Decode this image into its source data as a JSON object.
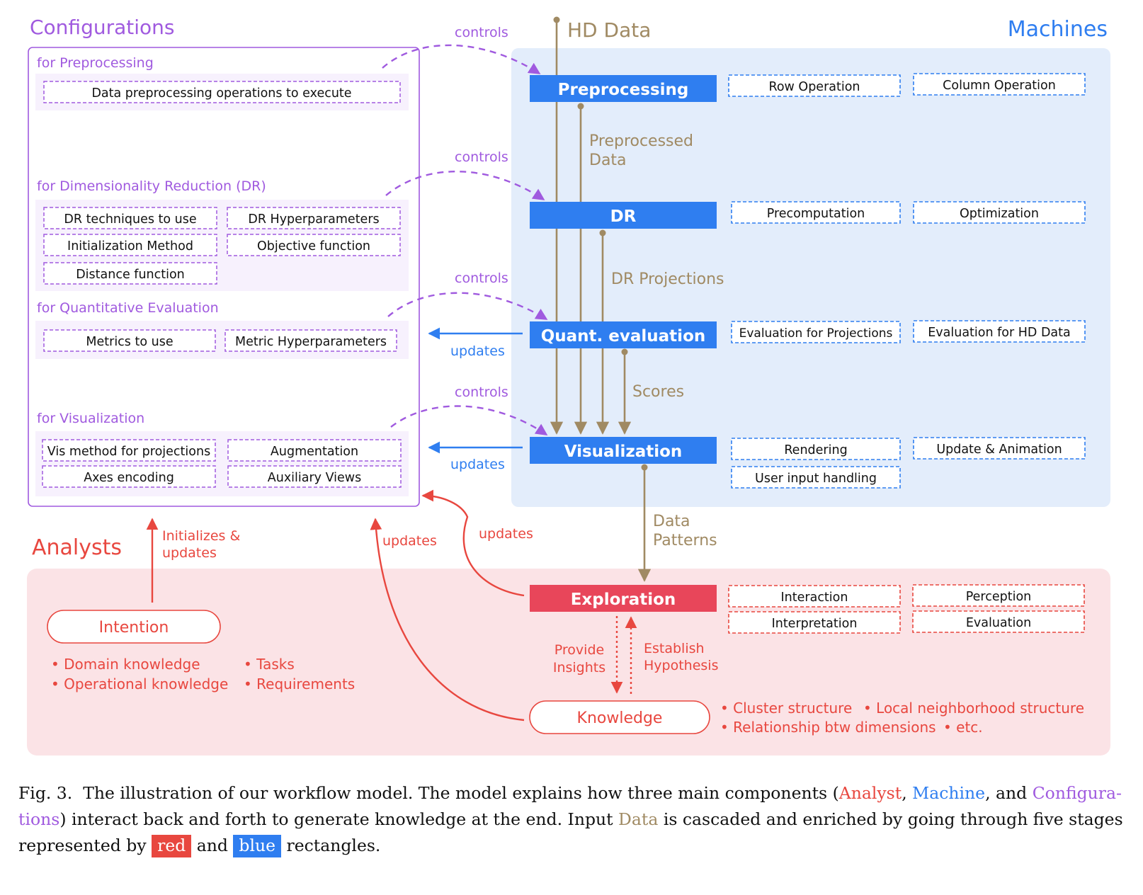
{
  "colors": {
    "configuration": "#a05adf",
    "machine": "#2f7ef0",
    "analyst": "#e8473f",
    "data": "#a08a63",
    "machine_panel": "#e3edfb",
    "analyst_panel": "#fbe3e6",
    "config_group": "#f7f1fd"
  },
  "configurations": {
    "title": "Configurations",
    "groups": [
      {
        "title": "for Preprocessing",
        "items": [
          "Data preprocessing operations to execute"
        ]
      },
      {
        "title": "for Dimensionality Reduction (DR)",
        "items": [
          "DR techniques to use",
          "DR Hyperparameters",
          "Initialization Method",
          "Objective function",
          "Distance function"
        ]
      },
      {
        "title": "for Quantitative Evaluation",
        "items": [
          "Metrics to use",
          "Metric Hyperparameters"
        ]
      },
      {
        "title": "for Visualization",
        "items": [
          "Vis method for projections",
          "Augmentation",
          "Axes encoding",
          "Auxiliary Views"
        ]
      }
    ]
  },
  "machines": {
    "title": "Machines",
    "input_label": "HD Data",
    "stages": [
      {
        "label": "Preprocessing",
        "subtasks": [
          "Row Operation",
          "Column Operation"
        ]
      },
      {
        "label": "DR",
        "subtasks": [
          "Precomputation",
          "Optimization"
        ]
      },
      {
        "label": "Quant. evaluation",
        "subtasks": [
          "Evaluation for Projections",
          "Evaluation for HD Data"
        ]
      },
      {
        "label": "Visualization",
        "subtasks": [
          "Rendering",
          "Update & Animation",
          "User input handling"
        ]
      }
    ],
    "data_labels": [
      "Preprocessed",
      "Data",
      "DR Projections",
      "Scores",
      "Data",
      "Patterns"
    ]
  },
  "edges": {
    "controls": "controls",
    "updates": "updates",
    "initializes_line1": "Initializes &",
    "initializes_line2": "updates",
    "provide_line1": "Provide",
    "provide_line2": "Insights",
    "establish_line1": "Establish",
    "establish_line2": "Hypothesis"
  },
  "analysts": {
    "title": "Analysts",
    "intention": "Intention",
    "intention_bullets": [
      "Domain knowledge",
      "Operational knowledge",
      "Tasks",
      "Requirements"
    ],
    "exploration": {
      "label": "Exploration",
      "subtasks": [
        "Interaction",
        "Perception",
        "Interpretation",
        "Evaluation"
      ]
    },
    "knowledge": "Knowledge",
    "knowledge_bullets": [
      "Cluster structure",
      "Local neighborhood structure",
      "Relationship btw dimensions",
      "etc."
    ]
  },
  "caption": {
    "prefix": "Fig. 3.",
    "text1": "The illustration of our workflow model. The model explains how three main components (",
    "analyst": "Analyst",
    "sep1": ", ",
    "machine": "Machine",
    "sep2": ", and ",
    "configurations_a": "Configura-",
    "configurations_b": "tions",
    "text2": ") interact back and forth to generate knowledge at the end. Input ",
    "data": "Data",
    "text3": " is cascaded and enriched by going through five stages represented by ",
    "red": "red",
    "and": " and ",
    "blue": "blue",
    "text4": " rectangles."
  }
}
